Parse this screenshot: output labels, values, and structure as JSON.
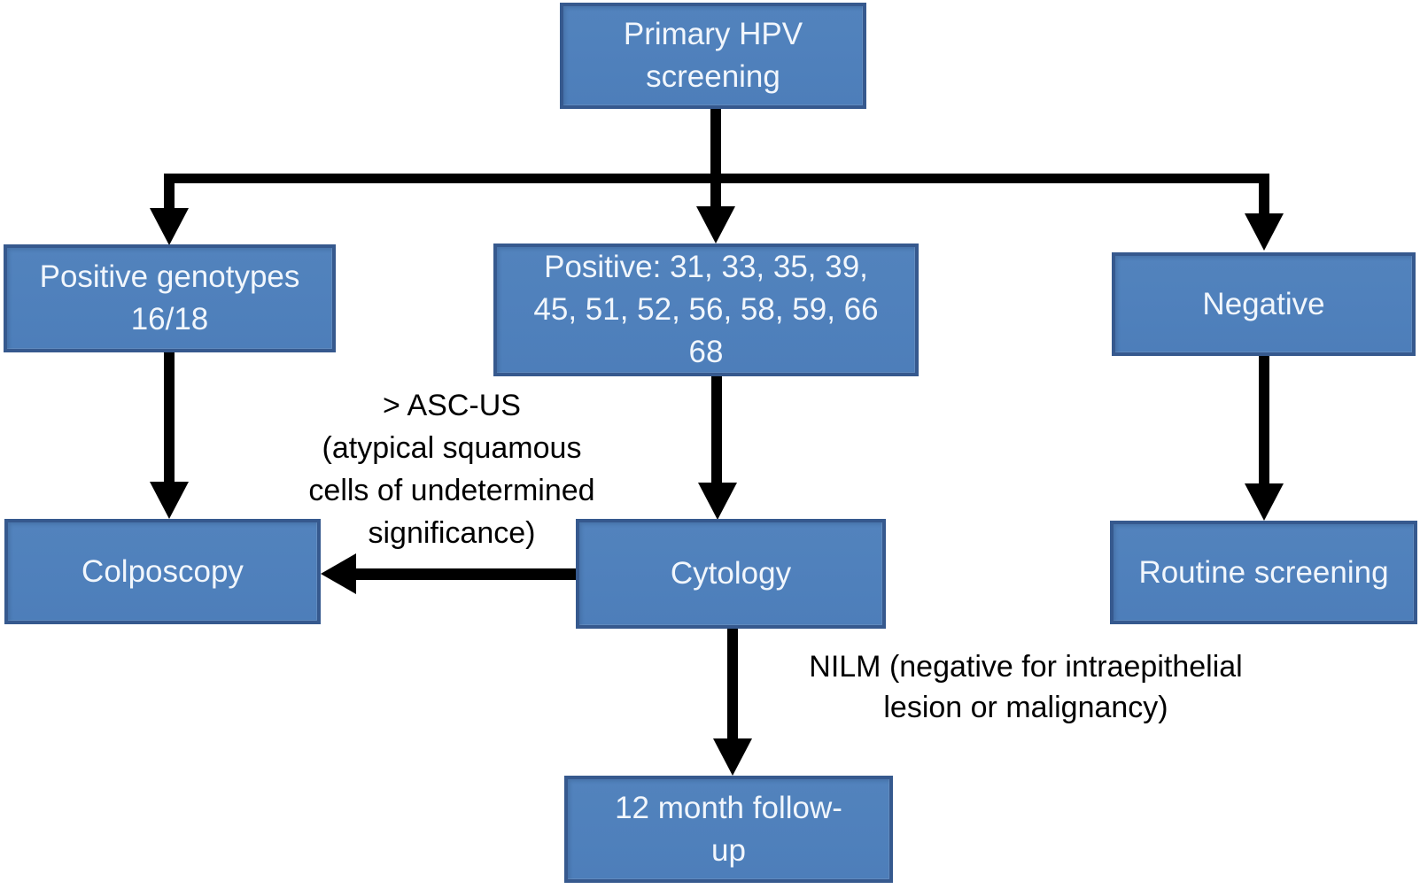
{
  "figure": {
    "title": "Primary HPV screening flowchart",
    "colors": {
      "box_fill": "#4f81bd",
      "box_border": "#36598e",
      "box_text": "#f1f6fc",
      "arrow": "#000000",
      "label_text": "#000000",
      "background": "#ffffff"
    },
    "nodes": {
      "primary": {
        "label": "Primary HPV\nscreening"
      },
      "genotypes_16_18": {
        "label": "Positive genotypes\n16/18"
      },
      "positive_other": {
        "label": "Positive: 31, 33, 35, 39,\n45, 51, 52, 56, 58, 59, 66\n68"
      },
      "negative": {
        "label": "Negative"
      },
      "colposcopy": {
        "label": "Colposcopy"
      },
      "cytology": {
        "label": "Cytology"
      },
      "routine": {
        "label": "Routine screening"
      },
      "followup": {
        "label": "12 month follow-\nup"
      }
    },
    "edge_labels": {
      "ascus": "> ASC-US\n(atypical squamous\ncells of undetermined\nsignificance)",
      "nilm": "NILM (negative for intraepithelial\nlesion or malignancy)"
    },
    "edges": [
      {
        "from": "Primary HPV screening",
        "to": "Positive genotypes 16/18",
        "label": ""
      },
      {
        "from": "Primary HPV screening",
        "to": "Positive: 31, 33, 35, 39, 45, 51, 52, 56, 58, 59, 66 68",
        "label": ""
      },
      {
        "from": "Primary HPV screening",
        "to": "Negative",
        "label": ""
      },
      {
        "from": "Positive genotypes 16/18",
        "to": "Colposcopy",
        "label": ""
      },
      {
        "from": "Positive: 31, 33, 35, 39, 45, 51, 52, 56, 58, 59, 66 68",
        "to": "Cytology",
        "label": ""
      },
      {
        "from": "Negative",
        "to": "Routine screening",
        "label": ""
      },
      {
        "from": "Cytology",
        "to": "Colposcopy",
        "label": "> ASC-US (atypical squamous cells of undetermined significance)"
      },
      {
        "from": "Cytology",
        "to": "12 month follow-up",
        "label": "NILM (negative for intraepithelial lesion or malignancy)"
      }
    ]
  }
}
